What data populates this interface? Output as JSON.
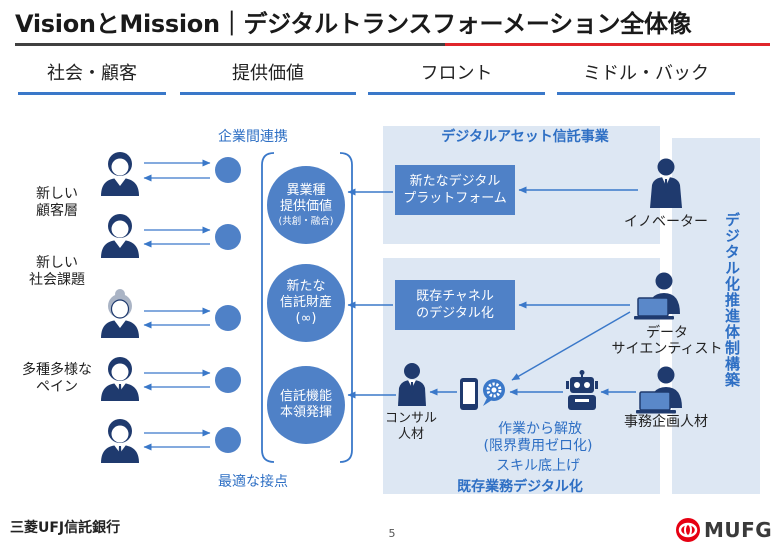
{
  "title": "VisionとMission｜デジタルトランスフォーメーション全体像",
  "columns": {
    "society": "社会・顧客",
    "value": "提供価値",
    "front": "フロント",
    "middle_back": "ミドル・バック"
  },
  "society": {
    "segments": [
      {
        "label": "新しい\n顧客層"
      },
      {
        "label": "新しい\n社会課題"
      },
      {
        "label": "多種多様な\nペイン"
      }
    ],
    "touchpoints_top": "企業間連携",
    "touchpoints_bottom": "最適な接点"
  },
  "value": {
    "items": [
      {
        "line1": "異業種",
        "line2": "提供価値",
        "line3": "(共創・融合)"
      },
      {
        "line1": "新たな",
        "line2": "信託財産",
        "line3": "(∞)"
      },
      {
        "line1": "信託機能",
        "line2": "本領発揮"
      }
    ]
  },
  "front": {
    "digital_asset_title": "デジタルアセット信託事業",
    "platform_box": "新たなデジタル\nプラットフォーム",
    "channel_box": "既存チャネル\nのデジタル化",
    "consultant": "コンサル\n人材",
    "automation": "作業から解放",
    "automation_sub": "(限界費用ゼロ化)",
    "skill_up": "スキル底上げ",
    "existing_ops_title": "既存業務デジタル化"
  },
  "middle_back": {
    "innovator": "イノベーター",
    "data_scientist": "データ\nサイエンティスト",
    "admin_planner": "事務企画人材",
    "promotion_system": "デジタル化推進体制構築"
  },
  "footer": {
    "company": "三菱UFJ信託銀行",
    "page": "5",
    "brand": "MUFG"
  },
  "icons": {
    "customers": "person-icon",
    "consultant": "businessperson-icon",
    "automation": "smartphone-gear-icon",
    "robot": "robot-icon",
    "innovator": "person-icon",
    "data_scientist": "person-laptop-icon",
    "admin_planner": "person-laptop-icon",
    "brand": "mufg-logo"
  },
  "colors": {
    "accent_blue": "#3a78c9",
    "fill_blue": "#4f81c7",
    "navy": "#1f3a6e",
    "panel": "#dde7f3",
    "title_rule_dark": "#404040",
    "title_rule_red": "#e0262b",
    "brand_red": "#e60012"
  }
}
